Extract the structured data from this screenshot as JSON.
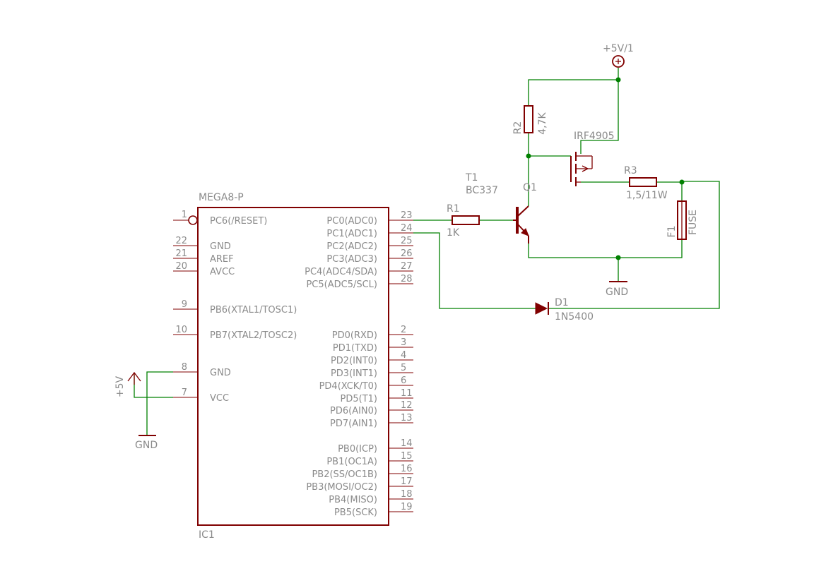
{
  "ic": {
    "part": "MEGA8-P",
    "ref": "IC1",
    "left_pins": [
      {
        "num": "1",
        "name": "PC6(/RESET)"
      },
      {
        "num": "22",
        "name": "GND"
      },
      {
        "num": "21",
        "name": "AREF"
      },
      {
        "num": "20",
        "name": "AVCC"
      },
      {
        "num": "9",
        "name": "PB6(XTAL1/TOSC1)"
      },
      {
        "num": "10",
        "name": "PB7(XTAL2/TOSC2)"
      },
      {
        "num": "8",
        "name": "GND"
      },
      {
        "num": "7",
        "name": "VCC"
      }
    ],
    "right_pins": [
      {
        "num": "23",
        "name": "PC0(ADC0)"
      },
      {
        "num": "24",
        "name": "PC1(ADC1)"
      },
      {
        "num": "25",
        "name": "PC2(ADC2)"
      },
      {
        "num": "26",
        "name": "PC3(ADC3)"
      },
      {
        "num": "27",
        "name": "PC4(ADC4/SDA)"
      },
      {
        "num": "28",
        "name": "PC5(ADC5/SCL)"
      },
      {
        "num": "2",
        "name": "PD0(RXD)"
      },
      {
        "num": "3",
        "name": "PD1(TXD)"
      },
      {
        "num": "4",
        "name": "PD2(INT0)"
      },
      {
        "num": "5",
        "name": "PD3(INT1)"
      },
      {
        "num": "6",
        "name": "PD4(XCK/T0)"
      },
      {
        "num": "11",
        "name": "PD5(T1)"
      },
      {
        "num": "12",
        "name": "PD6(AIN0)"
      },
      {
        "num": "13",
        "name": "PD7(AIN1)"
      },
      {
        "num": "14",
        "name": "PB0(ICP)"
      },
      {
        "num": "15",
        "name": "PB1(OC1A)"
      },
      {
        "num": "16",
        "name": "PB2(SS/OC1B)"
      },
      {
        "num": "17",
        "name": "PB3(MOSI/OC2)"
      },
      {
        "num": "18",
        "name": "PB4(MISO)"
      },
      {
        "num": "19",
        "name": "PB5(SCK)"
      }
    ]
  },
  "components": {
    "r1": {
      "ref": "R1",
      "value": "1K"
    },
    "r2": {
      "ref": "R2",
      "value": "4,7K"
    },
    "r3": {
      "ref": "R3",
      "value": "1,5/11W"
    },
    "t1": {
      "ref": "T1",
      "value": "BC337"
    },
    "q1": {
      "ref": "Q1",
      "value": "IRF4905"
    },
    "d1": {
      "ref": "D1",
      "value": "1N5400"
    },
    "f1": {
      "ref": "F1",
      "value": "FUSE"
    }
  },
  "supplies": {
    "vplus_top": "+5V/1",
    "vplus_left": "+5V",
    "gnd_right": "GND",
    "gnd_left": "GND"
  },
  "colors": {
    "component": "#800000",
    "wire": "#008000",
    "text": "#8a8a8a"
  }
}
